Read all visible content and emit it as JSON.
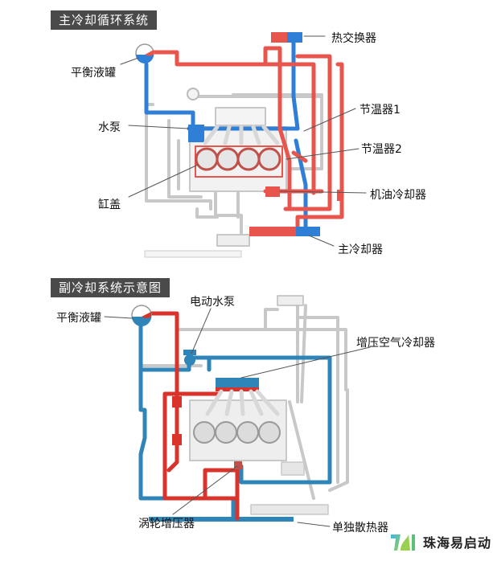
{
  "colors": {
    "hot": "#e8554c",
    "cold": "#2f7fd6",
    "cold2": "#2f84b8",
    "hot2": "#d9332b",
    "pipe": "#bdbdbd",
    "title_bg": "#4a4a4a"
  },
  "main_system": {
    "title": "主冷却循环系统",
    "labels": {
      "expansion_tank": "平衡液罐",
      "water_pump": "水泵",
      "cylinder_head": "缸盖",
      "heat_exchanger": "热交换器",
      "thermostat_1": "节温器1",
      "thermostat_2": "节温器2",
      "oil_cooler": "机油冷却器",
      "main_radiator": "主冷却器"
    }
  },
  "aux_system": {
    "title": "副冷却系统示意图",
    "labels": {
      "expansion_tank": "平衡液罐",
      "electric_pump": "电动水泵",
      "charge_air_cooler": "增压空气冷却器",
      "turbocharger": "涡轮增压器",
      "separate_radiator": "单独散热器"
    }
  },
  "brand": {
    "name": "珠海易启动",
    "logo_icon": "leaf-logo-icon"
  }
}
